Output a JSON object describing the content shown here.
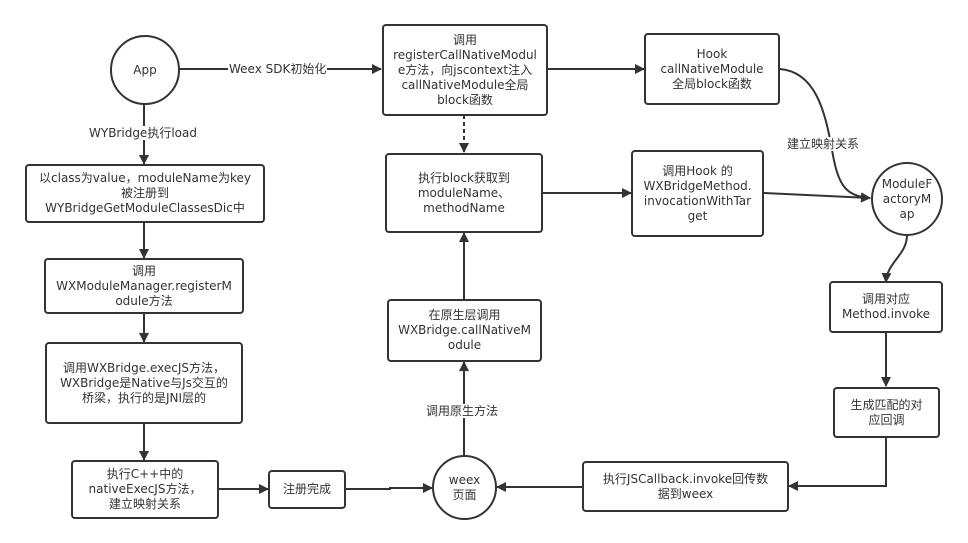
{
  "nodes": {
    "app": "App",
    "register_call_native": "调用\nregisterCallNativeModul\ne方法，向jscontext注入\ncallNativeModule全局\nblock函数",
    "hook_call_native": "Hook\ncallNativeModule\n全局block函数",
    "register_class": "以class为value，moduleName为key\n被注册到\nWYBridgeGetModuleClassesDic中",
    "register_module": "调用\nWXModuleManager.registerM\nodule方法",
    "exec_js": "调用WXBridge.execJS方法，\nWXBridge是Native与Js交互的\n桥梁，执行的是JNI层的",
    "native_exec_js": "执行C++中的\nnativeExecJS方法，\n建立映射关系",
    "register_done": "注册完成",
    "weex_page": "weex\n页面",
    "exec_block": "执行block获取到\nmoduleName、\nmethodName",
    "call_native_module": "在原生层调用\nWXBridge.callNativeM\nodule",
    "invocation_with_target": "调用Hook 的\nWXBridgeMethod.\ninvocationWithTar\nget",
    "module_factory_map": "ModuleF\nactoryM\nap",
    "method_invoke": "调用对应\nMethod.invoke",
    "gen_callback": "生成匹配的对\n应回调",
    "js_callback": "执行JSCallback.invoke回传数\n据到weex"
  },
  "edge_labels": {
    "sdk_init": "Weex SDK初始化",
    "wybridge_load": "WYBridge执行load",
    "build_mapping": "建立映射关系",
    "call_native_method": "调用原生方法"
  },
  "colors": {
    "stroke": "#333333",
    "background": "#ffffff",
    "text": "#333333"
  }
}
